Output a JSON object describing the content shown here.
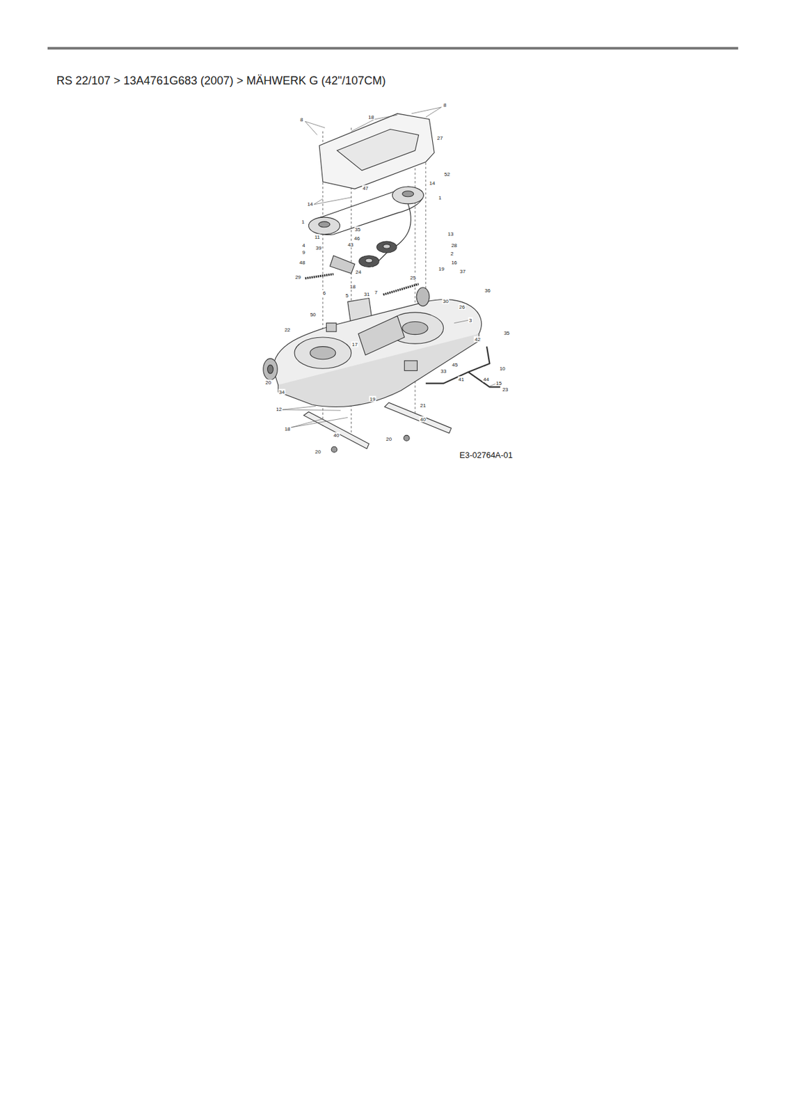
{
  "diagram": {
    "title": "RS 22/107  >  13A4761G683 (2007)  >  MÄHWERK G (42\"/107CM)",
    "labels": [
      "8",
      "18",
      "8",
      "27",
      "52",
      "14",
      "47",
      "14",
      "1",
      "1",
      "35",
      "13",
      "46",
      "11",
      "43",
      "4",
      "39",
      "28",
      "9",
      "2",
      "16",
      "19",
      "48",
      "24",
      "25",
      "37",
      "29",
      "18",
      "31",
      "7",
      "5",
      "36",
      "6",
      "30",
      "26",
      "3",
      "50",
      "22",
      "17",
      "42",
      "35",
      "45",
      "10",
      "33",
      "41",
      "44",
      "15",
      "23",
      "20",
      "34",
      "21",
      "12",
      "19",
      "18",
      "40",
      "40",
      "20",
      "20",
      "E3-02764A-01"
    ]
  }
}
